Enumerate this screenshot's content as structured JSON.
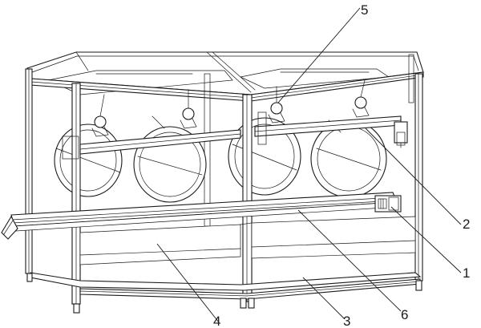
{
  "callouts": [
    {
      "label": "5"
    },
    {
      "label": "2"
    },
    {
      "label": "1"
    },
    {
      "label": "6"
    },
    {
      "label": "3"
    },
    {
      "label": "4"
    }
  ]
}
